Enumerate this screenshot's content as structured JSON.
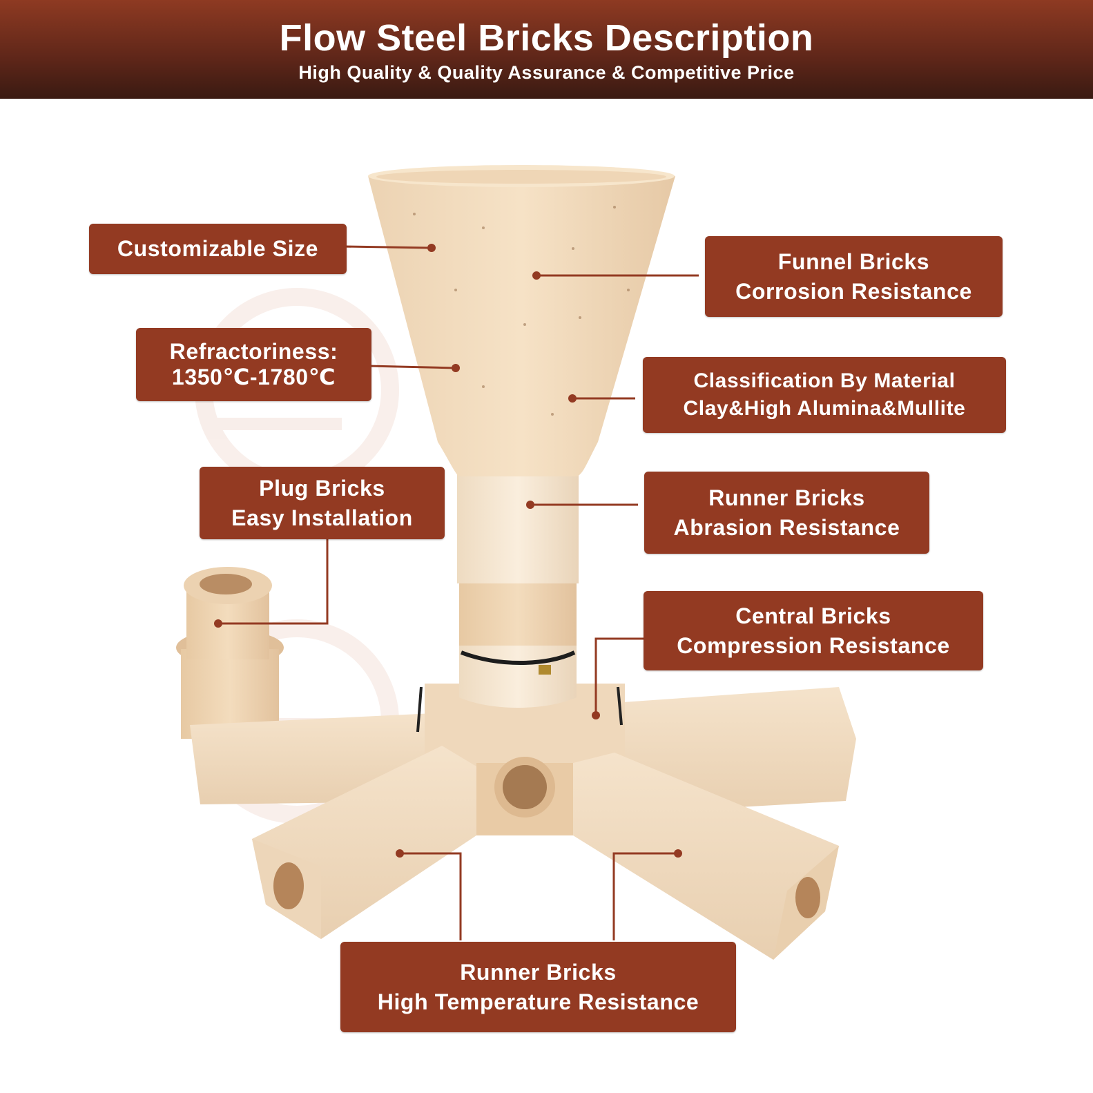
{
  "header": {
    "title": "Flow Steel Bricks Description",
    "subtitle": "High Quality & Quality Assurance & Competitive Price"
  },
  "labels": {
    "customizable": "Customizable Size",
    "refractoriness_line1": "Refractoriness:",
    "refractoriness_line2": "1350℃-1780℃",
    "plug_line1": "Plug Bricks",
    "plug_line2": "Easy Installation",
    "funnel_line1": "Funnel Bricks",
    "funnel_line2": "Corrosion Resistance",
    "classification_line1": "Classification By Material",
    "classification_line2": "Clay&High Alumina&Mullite",
    "runner_abrasion_line1": "Runner Bricks",
    "runner_abrasion_line2": "Abrasion Resistance",
    "central_line1": "Central Bricks",
    "central_line2": "Compression Resistance",
    "runner_temp_line1": "Runner Bricks",
    "runner_temp_line2": "High Temperature Resistance"
  },
  "colors": {
    "accent": "#933a22",
    "header_dark": "#3a1a12",
    "brick_light": "#f3dcc0",
    "brick_mid": "#e9c9a4"
  }
}
